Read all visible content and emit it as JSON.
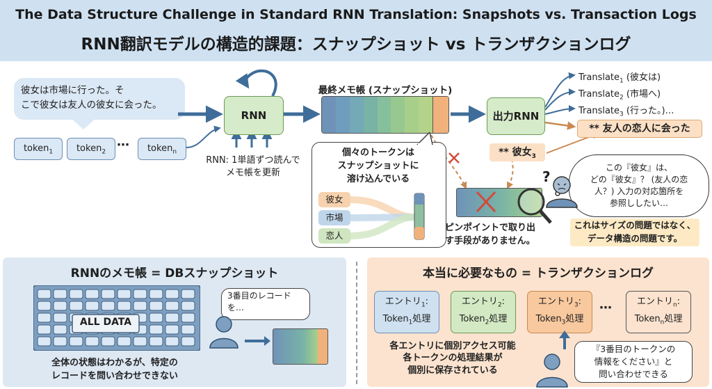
{
  "title": {
    "en": "The Data Structure Challenge in Standard RNN Translation: Snapshots vs. Transaction Logs",
    "ja": "RNN翻訳モデルの構造的課題：スナップショット vs トランザクションログ"
  },
  "input_sentence": {
    "line1": "彼女は市場に行った。そ",
    "line2": "こで彼女は友人の彼女に会った。"
  },
  "tokens": {
    "t1": "token",
    "t1_sub": "1",
    "t2": "token",
    "t2_sub": "2",
    "dots": "⋯",
    "tn": "token",
    "tn_sub": "n"
  },
  "rnn": {
    "label": "RNN",
    "caption_line1": "RNN: 1単語ずつ読んで",
    "caption_line2": "メモ帳を更新"
  },
  "snapshot": {
    "label": "最終メモ帳 (スナップショット)",
    "colors": [
      "#6f93b8",
      "#6f9dbd",
      "#74a9b8",
      "#78b3a6",
      "#86bf9b",
      "#97c88f",
      "#a8cf8a",
      "#b3d38a",
      "#f0b27a"
    ]
  },
  "melt_box": {
    "line1": "個々のトークンは",
    "line2": "スナップショットに",
    "line3": "溶け込んでいる",
    "chips": [
      {
        "label": "彼女",
        "color": "#f7d2ae"
      },
      {
        "label": "市場",
        "color": "#bfd6ea"
      },
      {
        "label": "恋人",
        "color": "#cfe6c1"
      }
    ]
  },
  "output_rnn": {
    "label": "出力RNN"
  },
  "translations": [
    {
      "prefix": "Translate",
      "sub": "1",
      "text": " (彼女は)"
    },
    {
      "prefix": "Translate",
      "sub": "2",
      "text": " (市場へ)"
    },
    {
      "prefix": "Translate",
      "sub": "3",
      "text": " (行った。)…"
    }
  ],
  "target_phrase": "** 友人の恋人に会った",
  "query_chip": {
    "text": "** 彼女",
    "sub": "3"
  },
  "thought": {
    "line1": "この『彼女』は、",
    "line2": "どの『彼女』？ (友人の恋",
    "line3": "人？) 入力の対応箇所を",
    "line4": "参照ししたい…",
    "question": "?"
  },
  "pinpoint": {
    "line1": "ピンポイントで取り出",
    "line2": "す手段がありません。"
  },
  "size_note": {
    "line1": "これはサイズの問題ではなく、",
    "line2": "データ構造の問題です。"
  },
  "left_panel": {
    "title": "RNNのメモ帳 = DBスナップショット",
    "db_label": "ALL DATA",
    "speech_line1": "3番目のレコード",
    "speech_line2": "を…",
    "caption_line1": "全体の状態はわかるが、特定の",
    "caption_line2": "レコードを問い合わせできない"
  },
  "right_panel": {
    "title": "本当に必要なもの = トランザクションログ",
    "entries": [
      {
        "head": "エントリ",
        "head_sub": "1",
        "body": "Token",
        "body_sub": "1",
        "tail": "処理",
        "fill": "#cfe0f0",
        "border": "#6b8fb3"
      },
      {
        "head": "エントリ",
        "head_sub": "2",
        "body": "Token",
        "body_sub": "2",
        "tail": "処理",
        "fill": "#d3e9c4",
        "border": "#6a9a55"
      },
      {
        "head": "エントリ",
        "head_sub": "3",
        "body": "Token",
        "body_sub": "3",
        "tail": "処理",
        "fill": "#f8c89e",
        "border": "#c98a52"
      },
      {
        "head": "エントリ",
        "head_sub": "n",
        "body": "Token",
        "body_sub": "n",
        "tail": "処理",
        "fill": "#fbe3cf",
        "border": "#555555"
      }
    ],
    "dots": "⋯",
    "access_note": "各エントリに個別アクセス可能",
    "save_line1": "各トークンの処理結果が",
    "save_line2": "個別に保存されている",
    "query_line1": "『3番目のトークンの",
    "query_line2": "情報をください』と",
    "query_line3": "問い合わせできる"
  }
}
